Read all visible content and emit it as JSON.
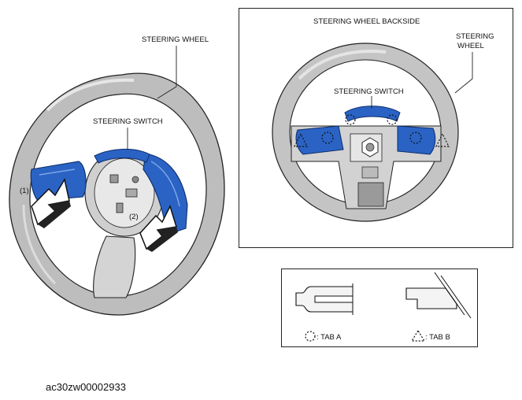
{
  "left_view": {
    "steering_wheel_label": "STEERING WHEEL",
    "steering_switch_label": "STEERING SWITCH",
    "step_1": "(1)",
    "step_2": "(2)"
  },
  "backside_view": {
    "title": "STEERING WHEEL BACKSIDE",
    "steering_wheel_label_line1": "STEERING",
    "steering_wheel_label_line2": "WHEEL",
    "steering_switch_label": "STEERING SWITCH"
  },
  "legend": {
    "tab_a_label": ": TAB A",
    "tab_b_label": ": TAB B"
  },
  "figure_id": "ac30zw00002933",
  "colors": {
    "switch_blue": "#2a63c4",
    "wheel_grey": "#c9c9c9",
    "line": "#222222"
  }
}
